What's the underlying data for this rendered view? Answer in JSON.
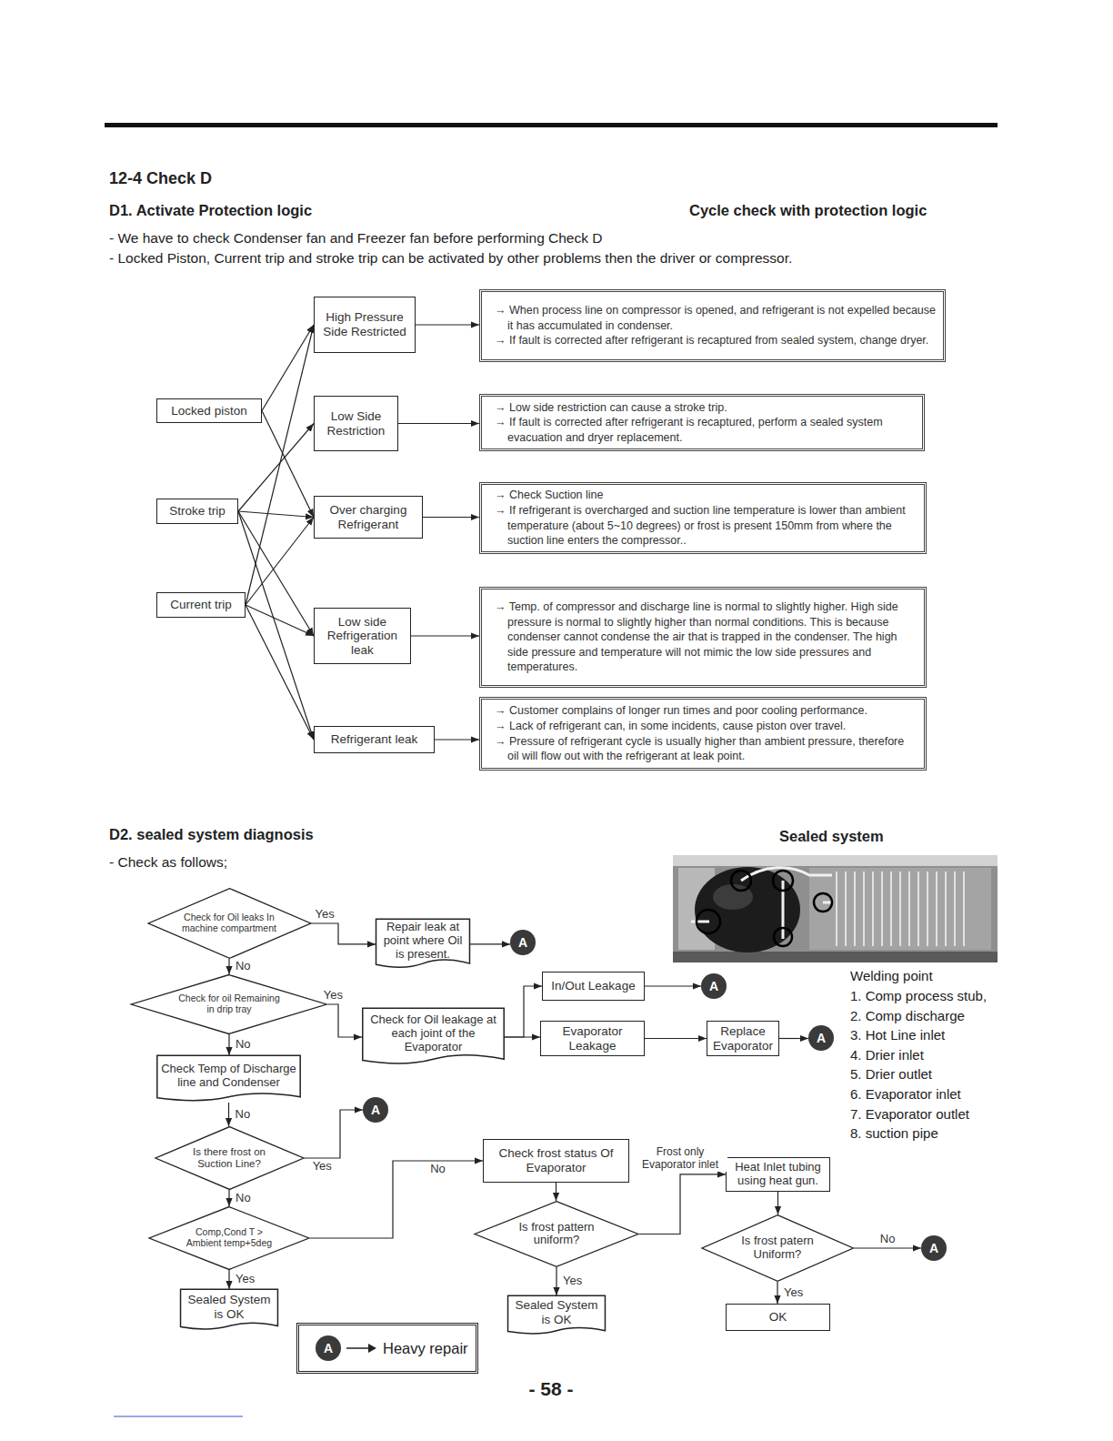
{
  "diagram": {
    "title": "12-4 Check D",
    "nodes": [
      {
        "text": [
          "Locked piston"
        ]
      },
      {
        "text": [
          "Stroke trip"
        ]
      },
      {
        "text": [
          "Current trip"
        ]
      },
      {
        "text": [
          "High Pressure Side Restricted"
        ]
      },
      {
        "text": [
          "Low Side Restriction"
        ]
      },
      {
        "text": [
          "Over charging Refrigerant"
        ]
      },
      {
        "text": [
          "Low side Refrigeration leak"
        ]
      },
      {
        "text": [
          "Refrigerant leak"
        ]
      },
      {
        "text": [
          "→ When process line on compressor is opened, and refrigerant is not expelled because it has accumulated in condenser.",
          "→ If fault is corrected after refrigerant is recaptured from sealed system, change dryer."
        ]
      },
      {
        "text": [
          "→ Low side restriction can cause a stroke trip.",
          "→ If fault is corrected after refrigerant is recaptured, perform a sealed system evacuation and dryer replacement."
        ]
      },
      {
        "text": [
          "→ Check Suction line",
          "→ If refrigerant is overcharged and suction line temperature is lower than ambient temperature (about 5~10 degrees) or frost is present 150mm from where the suction line enters the compressor.."
        ]
      },
      {
        "text": [
          "→ Temp. of compressor and discharge line is normal to slightly higher. High side pressure is normal to slightly higher than normal conditions. This is because condenser cannot condense the air that is trapped in the condenser. The high side pressure and temperature will not mimic the low side pressures and temperatures."
        ]
      },
      {
        "text": [
          "→ Customer complains of longer run times and poor cooling performance.",
          "→ Lack of refrigerant can, in some incidents, cause piston over travel.",
          "→ Pressure of refrigerant cycle is usually higher than ambient pressure, therefore oil will flow out with the refrigerant at leak point."
        ]
      },
      {
        "text": [
          "Check for Oil leaks In machine compartment"
        ]
      },
      {
        "text": [
          "Repair leak at point where Oil is present."
        ]
      },
      {
        "text": [
          "A"
        ]
      },
      {
        "text": [
          "Check for oil Remaining in drip tray"
        ]
      },
      {
        "text": [
          "Check for Oil leakage at each joint of the Evaporator"
        ]
      },
      {
        "text": [
          "In/Out Leakage"
        ]
      },
      {
        "text": [
          "A"
        ]
      },
      {
        "text": [
          "Evaporator Leakage"
        ]
      },
      {
        "text": [
          "Replace Evaporator"
        ]
      },
      {
        "text": [
          "A"
        ]
      },
      {
        "text": [
          "Check Temp of Discharge line and Condenser"
        ]
      },
      {
        "text": [
          "A"
        ]
      },
      {
        "text": [
          "Is there frost on Suction Line?"
        ]
      },
      {
        "text": [
          "Comp,Cond T > Ambient temp+5deg"
        ]
      },
      {
        "text": [
          "Sealed System is OK"
        ]
      },
      {
        "text": [
          "Check frost status Of Evaporator"
        ]
      },
      {
        "text": [
          "Is frost pattern uniform?"
        ]
      },
      {
        "text": [
          "Sealed System is OK"
        ]
      },
      {
        "text": [
          "Heat Inlet tubing using heat gun."
        ]
      },
      {
        "text": [
          "Is frost patern Uniform?"
        ]
      },
      {
        "text": [
          "A"
        ]
      },
      {
        "text": [
          "OK"
        ]
      },
      {
        "text": [
          "Heavy repair"
        ]
      },
      {
        "text": [
          "A"
        ],
        "in": 35
      }
    ],
    "edges": [
      {
        "from": 0,
        "to": 3,
        "arrow": "to"
      },
      {
        "from": 0,
        "to": 5,
        "arrow": "to"
      },
      {
        "from": 1,
        "to": 4,
        "arrow": "to"
      },
      {
        "from": 1,
        "to": 5,
        "arrow": "to"
      },
      {
        "from": 1,
        "to": 6,
        "arrow": "to"
      },
      {
        "from": 1,
        "to": 7,
        "arrow": "to"
      },
      {
        "from": 2,
        "to": 3,
        "arrow": "to"
      },
      {
        "from": 2,
        "to": 5,
        "arrow": "to"
      },
      {
        "from": 2,
        "to": 6,
        "arrow": "to"
      },
      {
        "from": 2,
        "to": 7,
        "arrow": "to"
      },
      {
        "from": 3,
        "to": 8,
        "arrow": "to"
      },
      {
        "from": 4,
        "to": 9,
        "arrow": "to"
      },
      {
        "from": 5,
        "to": 10,
        "arrow": "to"
      },
      {
        "from": 6,
        "to": 11,
        "arrow": "to"
      },
      {
        "from": 7,
        "to": 12,
        "arrow": "to"
      },
      {
        "from": 13,
        "to": 14,
        "label": "Yes",
        "arrow": "to"
      },
      {
        "from": 14,
        "to": 15,
        "arrow": "to"
      },
      {
        "from": 13,
        "to": 16,
        "label": "No",
        "arrow": "to"
      },
      {
        "from": 16,
        "to": 17,
        "label": "Yes",
        "arrow": "to"
      },
      {
        "from": 17,
        "to": 18,
        "arrow": "to"
      },
      {
        "from": 17,
        "to": 20,
        "arrow": "to"
      },
      {
        "from": 18,
        "to": 19,
        "arrow": "to"
      },
      {
        "from": 20,
        "to": 21,
        "arrow": "to"
      },
      {
        "from": 21,
        "to": 22,
        "arrow": "to"
      },
      {
        "from": 16,
        "to": 23,
        "label": "No",
        "arrow": "to"
      },
      {
        "from": 23,
        "to": 25,
        "label": "No",
        "arrow": "to"
      },
      {
        "from": 25,
        "to": 24,
        "label": "Yes",
        "arrow": "to"
      },
      {
        "from": 25,
        "to": 26,
        "label": "No",
        "arrow": "to"
      },
      {
        "from": 26,
        "to": 27,
        "label": "Yes",
        "arrow": "to"
      },
      {
        "from": 26,
        "to": 28,
        "label": "No",
        "arrow": "to"
      },
      {
        "from": 28,
        "to": 29,
        "arrow": "to"
      },
      {
        "from": 29,
        "to": 30,
        "label": "Yes",
        "arrow": "to"
      },
      {
        "from": 29,
        "to": 31,
        "label": "Frost only Evaporator inlet",
        "arrow": "to"
      },
      {
        "from": 31,
        "to": 32,
        "arrow": "to"
      },
      {
        "from": 32,
        "to": 33,
        "label": "No",
        "arrow": "to"
      },
      {
        "from": 32,
        "to": 34,
        "label": "Yes",
        "arrow": "to"
      }
    ],
    "labels": [
      "D1. Activate Protection logic",
      "Cycle check with protection logic",
      "- We have to check Condenser fan and Freezer fan before performing Check D",
      "- Locked Piston, Current trip and stroke trip can be activated by other problems then the driver or compressor.",
      "D2. sealed system diagnosis",
      "Sealed system",
      "- Check as follows;",
      "Welding point",
      "1. Comp process stub,",
      "2. Comp discharge",
      "3. Hot Line inlet",
      "4. Drier inlet",
      "5. Drier outlet",
      "6. Evaporator inlet",
      "7. Evaporator outlet",
      "8. suction pipe",
      "- 58 -"
    ]
  }
}
